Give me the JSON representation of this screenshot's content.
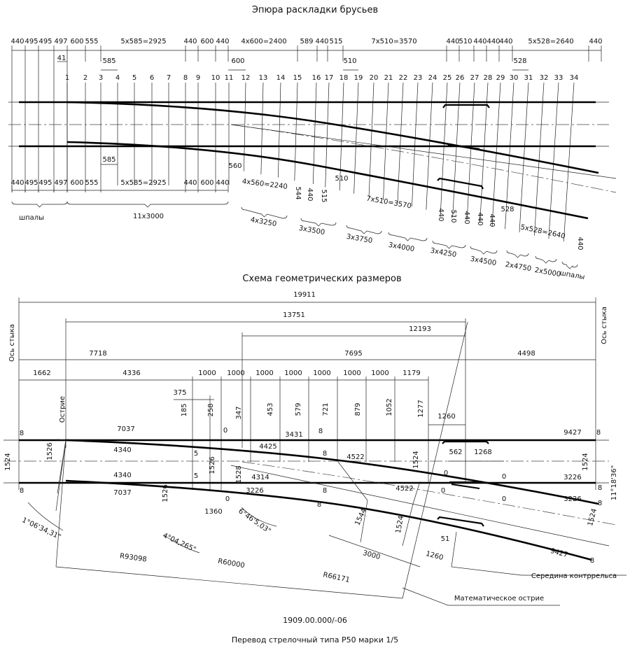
{
  "layout_diagram": {
    "title": "Эпюра раскладки брусьев",
    "dims_top": [
      "440",
      "495",
      "495",
      "497",
      "600",
      "555",
      "5x585=2925",
      "440",
      "600",
      "440",
      "4x600=2400",
      "589",
      "440",
      "515",
      "7x510=3570",
      "440",
      "510",
      "440",
      "440",
      "440",
      "5x528=2640",
      "440"
    ],
    "dims_top_sub": [
      "41",
      "585",
      "600",
      "510",
      "528"
    ],
    "sleeper_numbers": [
      "1",
      "2",
      "3",
      "4",
      "5",
      "6",
      "7",
      "8",
      "9",
      "10",
      "11",
      "12",
      "13",
      "14",
      "15",
      "16",
      "17",
      "18",
      "19",
      "20",
      "21",
      "22",
      "23",
      "24",
      "25",
      "26",
      "27",
      "28",
      "29",
      "30",
      "31",
      "32",
      "33",
      "34"
    ],
    "dims_bottom": [
      "440",
      "495",
      "495",
      "497",
      "600",
      "555",
      "5x585=2925",
      "440",
      "600",
      "440",
      "560",
      "585",
      "4x560=2240",
      "544",
      "440",
      "515",
      "510",
      "7x510=3570",
      "440",
      "510",
      "440",
      "440",
      "440",
      "528",
      "5x528=2640",
      "440"
    ],
    "groups": [
      "шпалы",
      "11x3000",
      "4x3250",
      "3x3500",
      "3x3750",
      "3x4000",
      "3x4250",
      "3x4500",
      "2x4750",
      "2x5000",
      "шпалы"
    ]
  },
  "geometry_diagram": {
    "title": "Схема геометрических размеров",
    "dims_overall": [
      "19911",
      "13751",
      "12193",
      "7718",
      "7695",
      "4498"
    ],
    "dims_row": [
      "1662",
      "4336",
      "1000",
      "1000",
      "1000",
      "1000",
      "1000",
      "1000",
      "1000",
      "1179"
    ],
    "ordinates": [
      "375",
      "185",
      "258",
      "347",
      "453",
      "579",
      "721",
      "879",
      "1052",
      "1277"
    ],
    "side_labels": [
      "Ось стыка",
      "Ось стыка",
      "Острие"
    ],
    "rail_labels": [
      "8",
      "8",
      "7037",
      "4340",
      "4340",
      "7037",
      "1526",
      "1524",
      "5",
      "5",
      "0",
      "0",
      "3431",
      "4425",
      "1526",
      "1528",
      "4314",
      "3226",
      "8",
      "8",
      "4522",
      "4522",
      "8",
      "8",
      "1524",
      "1260",
      "562",
      "1268",
      "0",
      "0",
      "0",
      "0",
      "9427",
      "8",
      "1524",
      "3226",
      "8",
      "3226",
      "8",
      "11°18'36\"",
      "1526",
      "1360",
      "6°46'5,03\"",
      "1°06'34,31\"",
      "4°04,265\"",
      "R93098",
      "R60000",
      "R66171",
      "1544",
      "1524",
      "3000",
      "1260",
      "51",
      "1524",
      "9427",
      "8"
    ],
    "callouts": [
      "Середина контррельса",
      "Математическое острие"
    ]
  },
  "footer": {
    "drawing_number": "1909.00.000/-06",
    "caption": "Перевод стрелочный типа Р50 марки 1/5"
  }
}
